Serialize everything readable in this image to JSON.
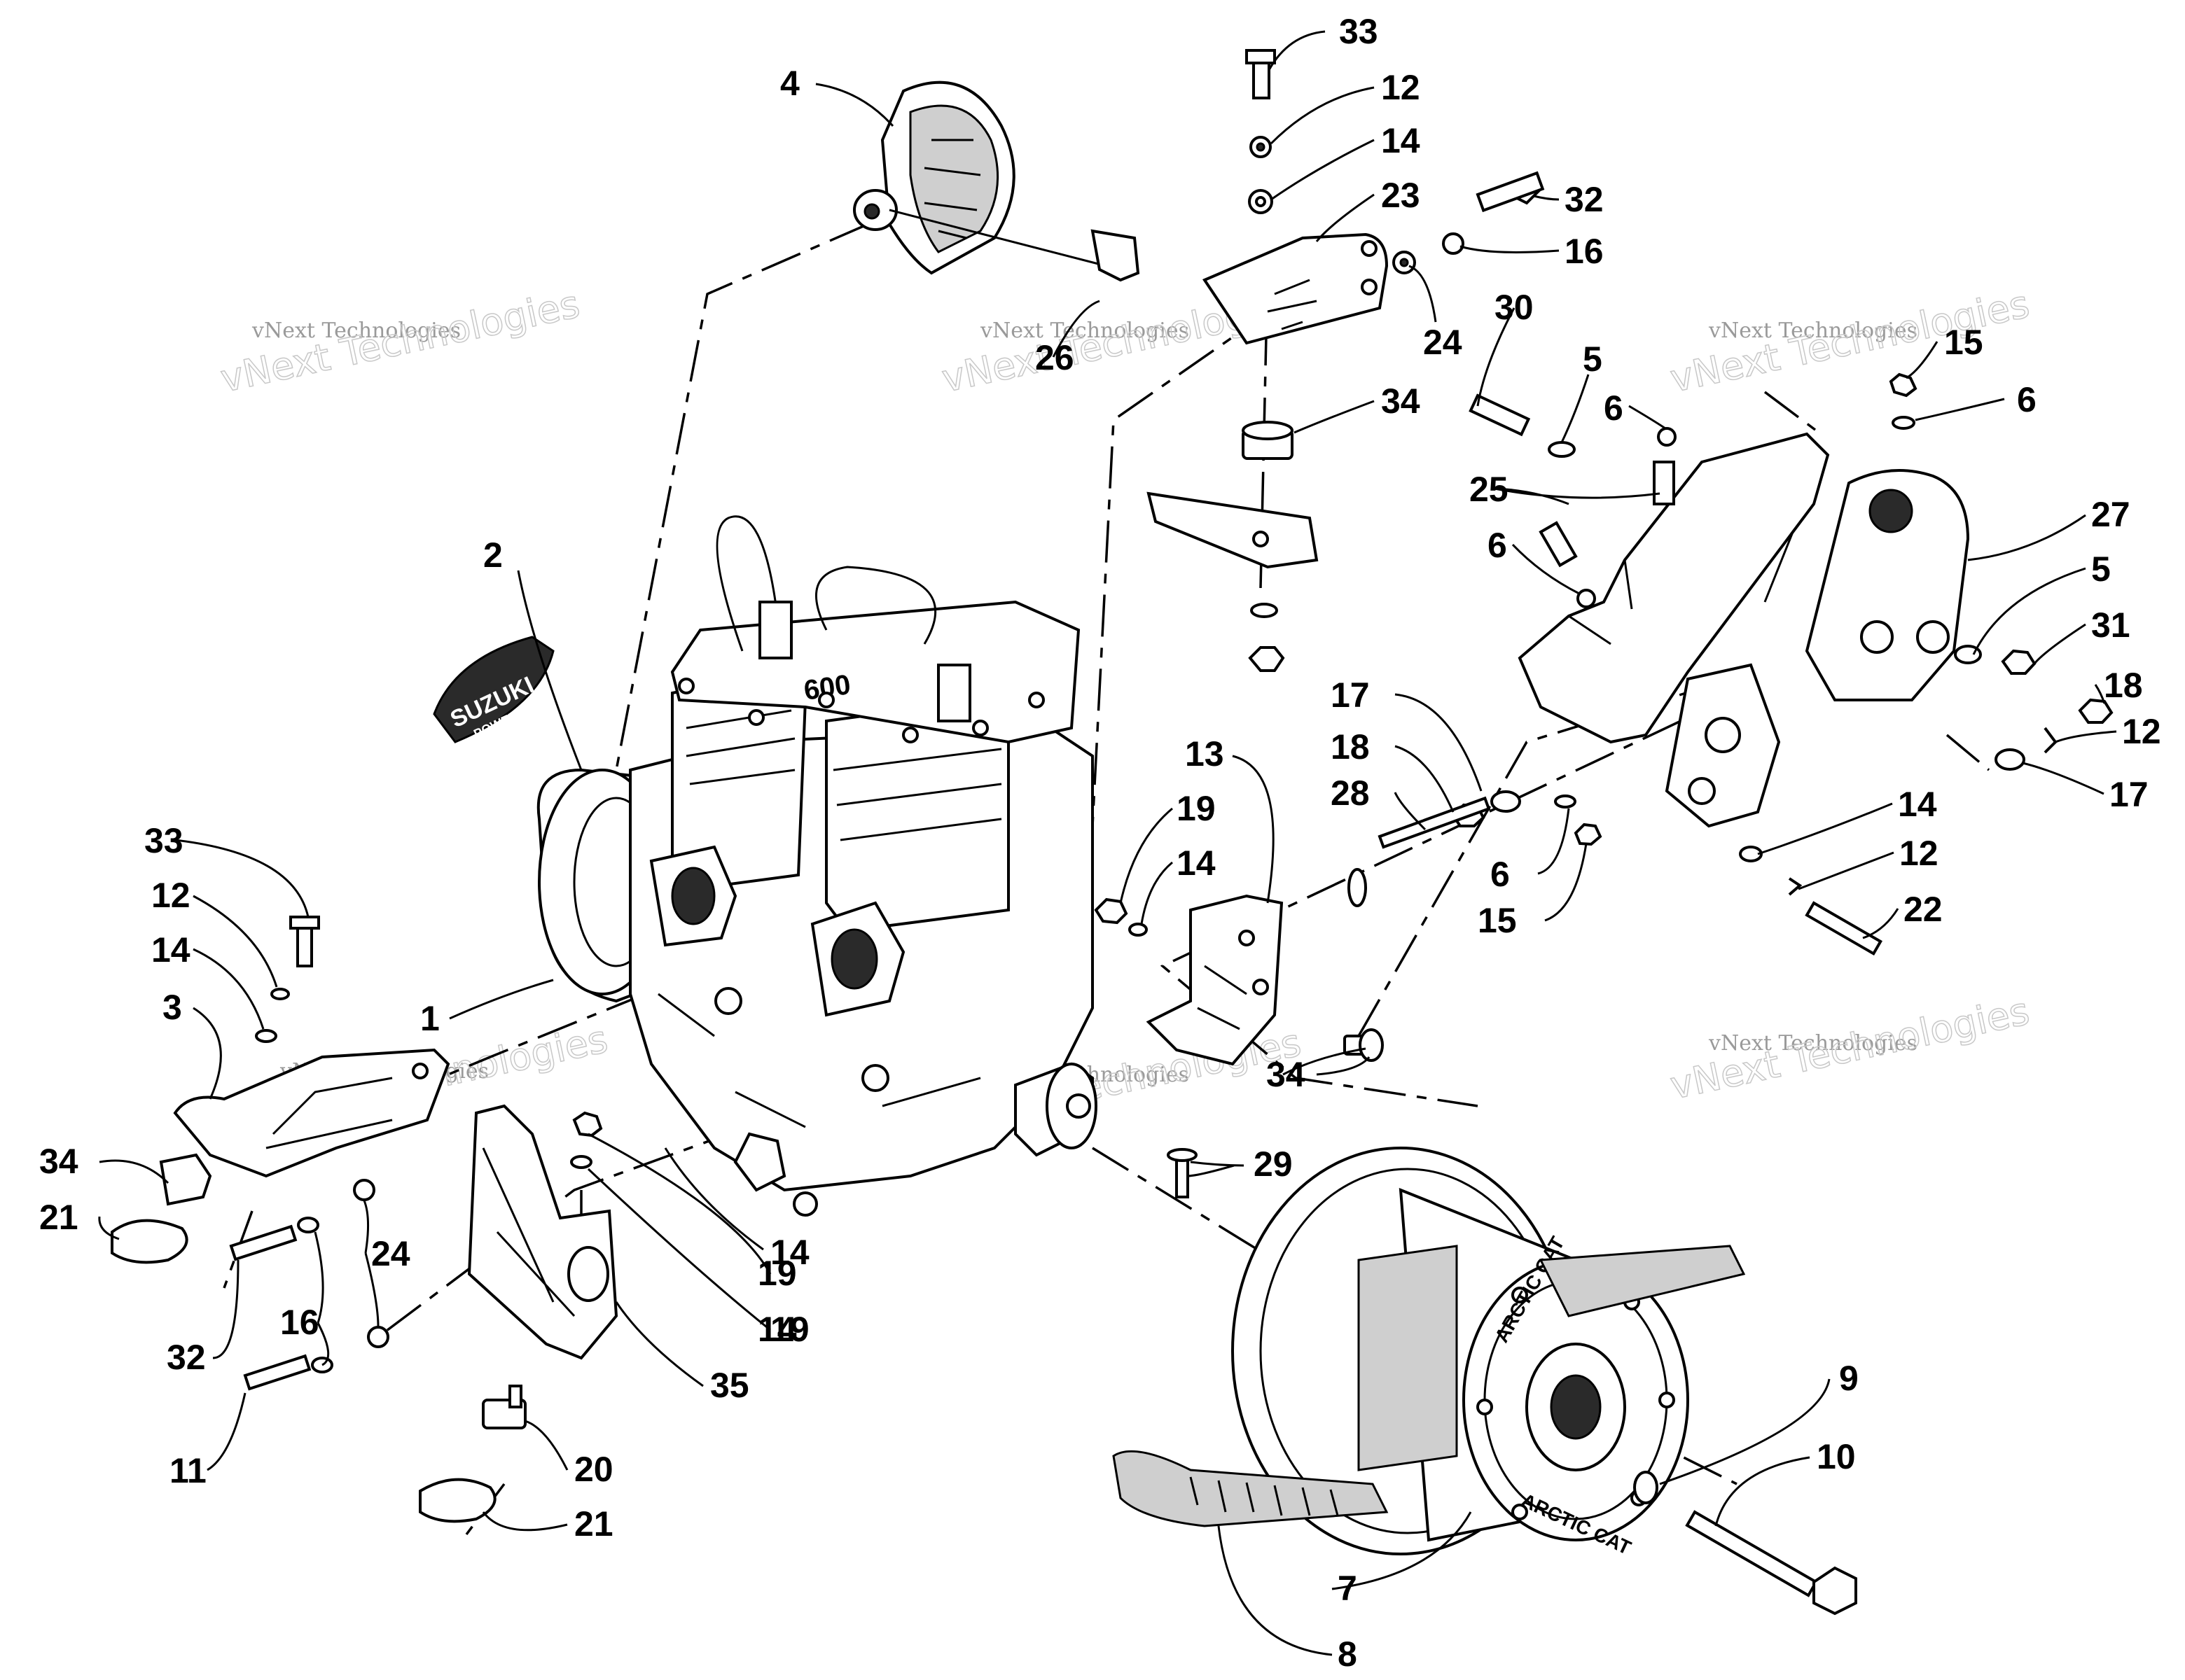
{
  "watermarks": [
    {
      "small": "vNext Technologies",
      "big": "vNext Technologies"
    },
    {
      "small": "vNext Technologies",
      "big": "vNext Technologies"
    },
    {
      "small": "vNext Technologies",
      "big": "vNext Technologies"
    },
    {
      "small": "vNext Technologies",
      "big": "vNext Technologies"
    },
    {
      "small": "vNext Technologies",
      "big": "vNext Technologies"
    },
    {
      "small": "vNext Technologies",
      "big": "vNext Technologies"
    }
  ],
  "brand_marks": {
    "suzuki_badge": "SUZUKI",
    "suzuki_powered": "POWERED BY",
    "clutch_logo": "ARCTIC CAT",
    "engine_label": "600"
  },
  "callouts": [
    "33",
    "12",
    "14",
    "23",
    "32",
    "16",
    "24",
    "26",
    "34",
    "4",
    "30",
    "5",
    "6",
    "15",
    "6",
    "25",
    "6",
    "27",
    "5",
    "31",
    "18",
    "12",
    "17",
    "17",
    "18",
    "28",
    "6",
    "15",
    "14",
    "12",
    "22",
    "2",
    "13",
    "19",
    "14",
    "14",
    "19",
    "1",
    "33",
    "12",
    "14",
    "3",
    "34",
    "21",
    "32",
    "16",
    "24",
    "11",
    "19",
    "14",
    "35",
    "20",
    "21",
    "34",
    "29",
    "9",
    "10",
    "7",
    "8"
  ]
}
